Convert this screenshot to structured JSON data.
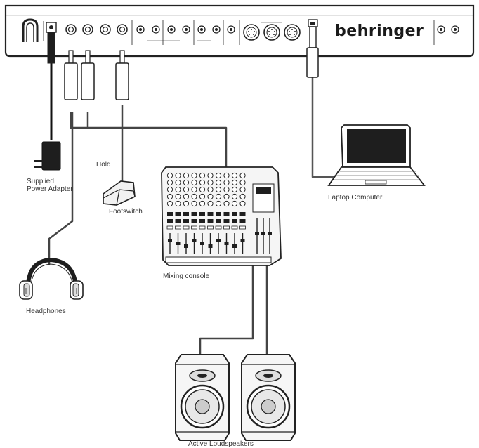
{
  "brand": "behringer",
  "labels": {
    "power_adapter": "Supplied Power Adapter",
    "hold": "Hold",
    "footswitch": "Footswitch",
    "laptop": "Laptop Computer",
    "mixer": "Mixing console",
    "headphones": "Headphones",
    "loudspeakers": "Active Loudspeakers"
  },
  "colors": {
    "line": "#222222",
    "cable": "#444444",
    "fill_light": "#f4f4f4",
    "fill_dark": "#1e1e1e"
  }
}
